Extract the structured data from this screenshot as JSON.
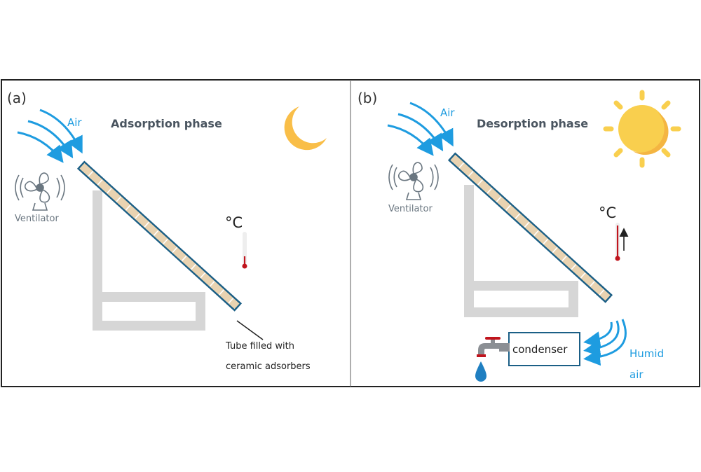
{
  "panel_a": {
    "tag": "(a)",
    "title": "Adsorption phase",
    "air_label": "Air",
    "ventilator_label": "Ventilator",
    "temp_unit": "°C",
    "tube_label_line1": "Tube filled with",
    "tube_label_line2": "ceramic adsorbers"
  },
  "panel_b": {
    "tag": "(b)",
    "title": "Desorption phase",
    "air_label": "Air",
    "ventilator_label": "Ventilator",
    "temp_unit": "°C",
    "condenser_label": "condenser",
    "humid_line1": "Humid",
    "humid_line2": "air"
  },
  "colors": {
    "air_blue": "#1e9ce0",
    "tube_outline": "#1b5f86",
    "tube_fill": "#e9d3b1",
    "support_gray": "#d6d6d6",
    "title_gray": "#4a5560",
    "moon": "#f9be48",
    "sun": "#f9cf4e",
    "thermo_red": "#c0141d",
    "drop_blue": "#1f7fc1"
  },
  "icons": [
    "moon-icon",
    "sun-icon",
    "fan-icon",
    "thermometer-icon",
    "faucet-icon",
    "water-drop-icon",
    "arrow-up-icon"
  ]
}
